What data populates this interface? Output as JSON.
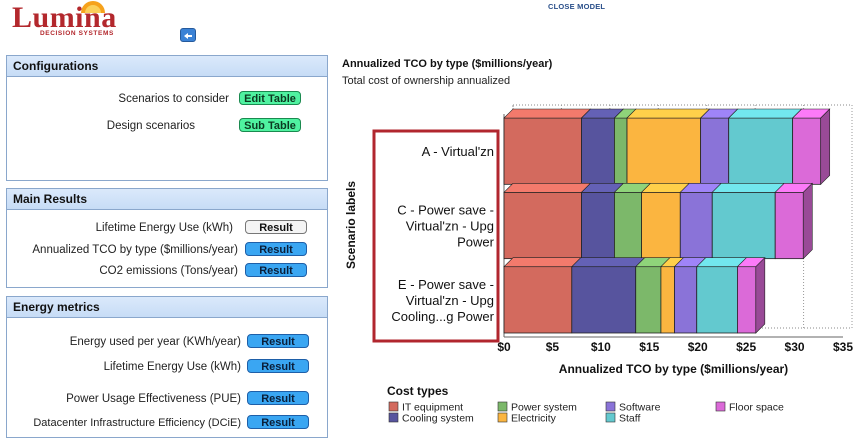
{
  "brand": {
    "name": "Lumina",
    "tagline": "DECISION SYSTEMS"
  },
  "top_link": "CLOSE MODEL",
  "panels": {
    "configurations": {
      "title": "Configurations",
      "rows": [
        {
          "label": "Scenarios to consider",
          "button": "Edit Table"
        },
        {
          "label": "Design scenarios",
          "button": "Sub Table"
        }
      ]
    },
    "main_results": {
      "title": "Main Results",
      "rows": [
        {
          "label": "Lifetime Energy Use (kWh)",
          "button": "Result"
        },
        {
          "label": "Annualized TCO by type ($millions/year)",
          "button": "Result"
        },
        {
          "label": "CO2 emissions    (Tons/year)",
          "button": "Result"
        }
      ]
    },
    "energy_metrics": {
      "title": "Energy metrics",
      "rows": [
        {
          "label": "Energy used per year  (KWh/year)",
          "button": "Result"
        },
        {
          "label": "Lifetime Energy Use (kWh)",
          "button": "Result"
        },
        {
          "label": "Power Usage Effectiveness (PUE)",
          "button": "Result"
        },
        {
          "label": "Datacenter Infrastructure Efficiency (DCiE)",
          "button": "Result"
        }
      ]
    }
  },
  "chart_header": {
    "title": "Annualized TCO by type ($millions/year)",
    "subtitle": "Total cost of ownership annualized"
  },
  "chart_data": {
    "type": "bar",
    "orientation": "horizontal",
    "stacked": true,
    "title": "Annualized TCO by type ($millions/year)",
    "xlabel": "Annualized TCO by type ($millions/year)",
    "ylabel": "Scenario labels",
    "xlim": [
      0,
      35
    ],
    "x_ticks": [
      "$0",
      "$5",
      "$10",
      "$15",
      "$20",
      "$25",
      "$30",
      "$35"
    ],
    "grid": true,
    "legend_title": "Cost types",
    "legend_position": "bottom",
    "categories": [
      [
        "A - Virtual'zn"
      ],
      [
        "C - Power save -",
        "Virtual'zn - Upg",
        "Power"
      ],
      [
        "E - Power save -",
        "Virtual'zn - Upg",
        "Cooling...g Power"
      ]
    ],
    "series": [
      {
        "name": "IT equipment",
        "color": "#d36a5e",
        "values": [
          8.0,
          8.0,
          7.0
        ]
      },
      {
        "name": "Cooling system",
        "color": "#57549e",
        "values": [
          3.4,
          3.4,
          6.6
        ]
      },
      {
        "name": "Power system",
        "color": "#7cb86a",
        "values": [
          1.3,
          2.8,
          2.6
        ]
      },
      {
        "name": "Electricity",
        "color": "#fbb540",
        "values": [
          7.6,
          4.0,
          1.4
        ]
      },
      {
        "name": "Software",
        "color": "#8a73d8",
        "values": [
          2.9,
          3.3,
          2.3
        ]
      },
      {
        "name": "Staff",
        "color": "#63c9cf",
        "values": [
          6.6,
          6.5,
          4.2
        ]
      },
      {
        "name": "Floor space",
        "color": "#db6ad8",
        "values": [
          2.9,
          2.9,
          1.9
        ]
      }
    ]
  }
}
